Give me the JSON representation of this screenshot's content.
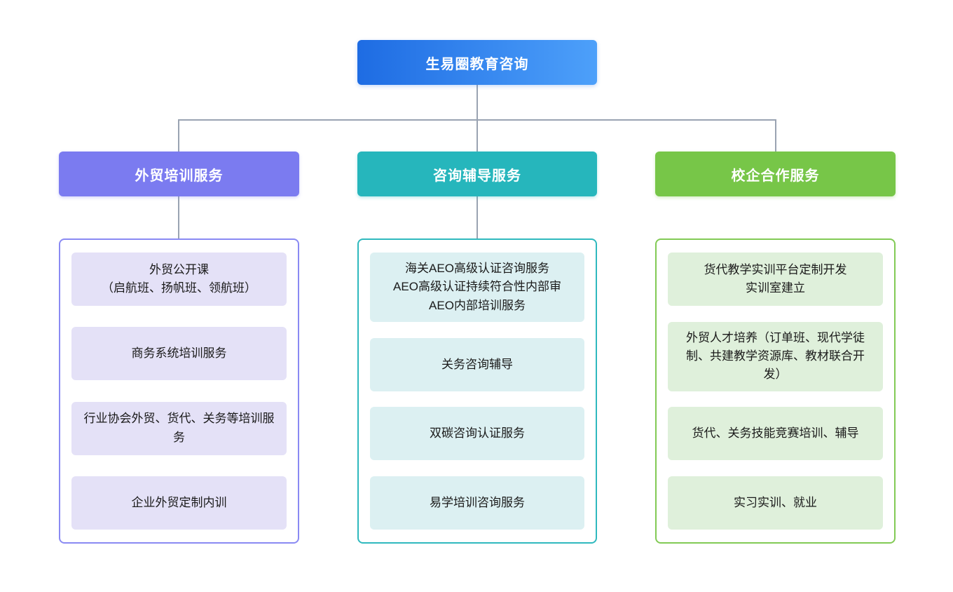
{
  "root": {
    "label": "生易圈教育咨询",
    "bg_gradient": [
      "#1e6ce3",
      "#4da0fa"
    ],
    "text_color": "#ffffff"
  },
  "connector_color": "#9aa3b2",
  "branches": [
    {
      "id": "foreign-trade-training",
      "label": "外贸培训服务",
      "header_bg": "#7b7bf0",
      "panel_border": "#8a8af3",
      "item_bg": "#e4e1f7",
      "items": [
        "外贸公开课\n（启航班、扬帆班、领航班）",
        "商务系统培训服务",
        "行业协会外贸、货代、关务等培训服务",
        "企业外贸定制内训"
      ]
    },
    {
      "id": "consulting-coaching",
      "label": "咨询辅导服务",
      "header_bg": "#26b6bc",
      "panel_border": "#2fb9be",
      "item_bg": "#dcf0f2",
      "items": [
        "海关AEO高级认证咨询服务\nAEO高级认证持续符合性内部审\nAEO内部培训服务",
        "关务咨询辅导",
        "双碳咨询认证服务",
        "易学培训咨询服务"
      ]
    },
    {
      "id": "school-enterprise-cooperation",
      "label": "校企合作服务",
      "header_bg": "#77c648",
      "panel_border": "#82ca55",
      "item_bg": "#dff0db",
      "items": [
        "货代教学实训平台定制开发\n实训室建立",
        "外贸人才培养（订单班、现代学徒制、共建教学资源库、教材联合开发）",
        "货代、关务技能竞赛培训、辅导",
        "实习实训、就业"
      ]
    }
  ]
}
